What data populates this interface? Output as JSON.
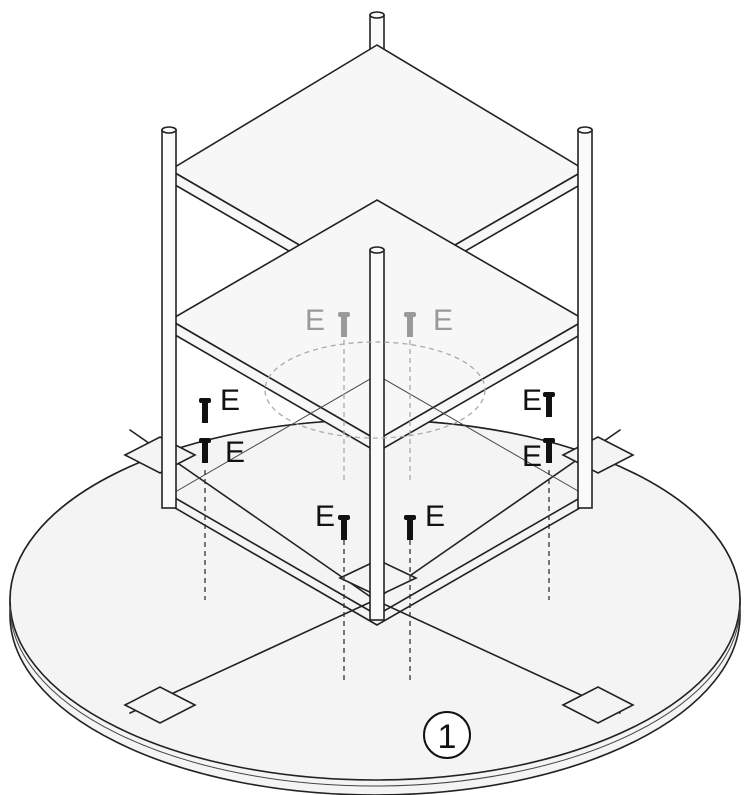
{
  "diagram": {
    "step_number": "1",
    "part_label": "E",
    "colors": {
      "line": "#222222",
      "screw": "#111111",
      "hidden_screw": "#9a9a9a",
      "background": "#ffffff"
    },
    "screws": [
      {
        "label": "E",
        "hidden": true
      },
      {
        "label": "E",
        "hidden": true
      },
      {
        "label": "E",
        "hidden": false
      },
      {
        "label": "E",
        "hidden": false
      },
      {
        "label": "E",
        "hidden": false
      },
      {
        "label": "E",
        "hidden": false
      },
      {
        "label": "E",
        "hidden": false
      },
      {
        "label": "E",
        "hidden": false
      }
    ]
  }
}
